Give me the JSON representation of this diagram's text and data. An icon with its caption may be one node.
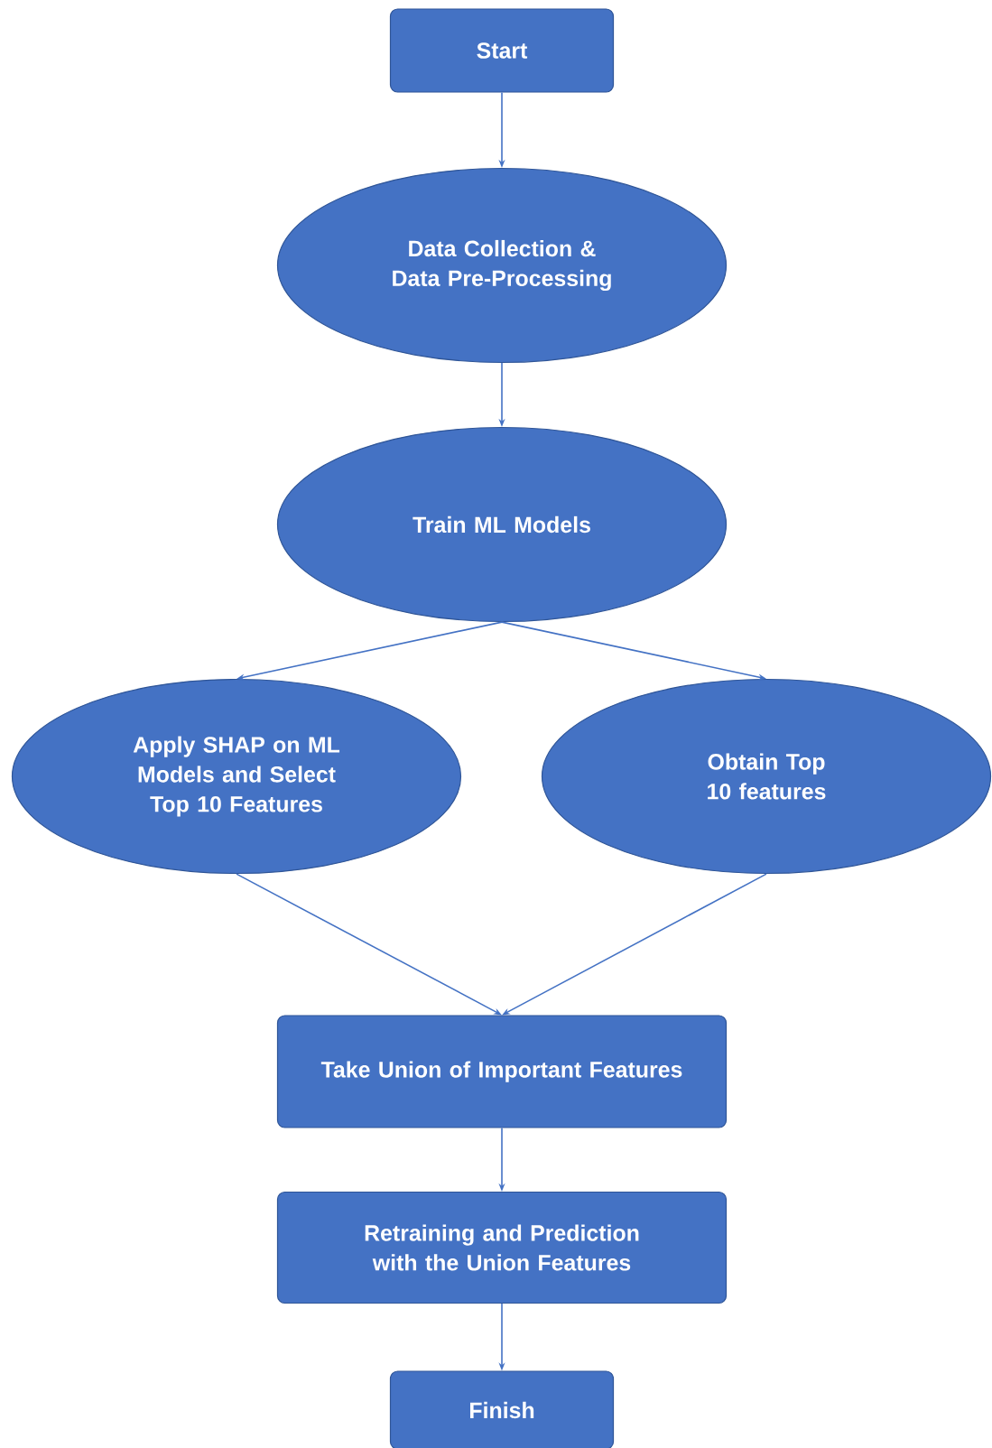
{
  "diagram": {
    "nodes": [
      {
        "text": [
          "Start"
        ]
      },
      {
        "text": [
          "Data Collection & Data Pre-Processing"
        ]
      },
      {
        "text": [
          "Train ML Models"
        ]
      },
      {
        "text": [
          "Apply SHAP on ML Models and Select Top 10 Features"
        ]
      },
      {
        "text": [
          "Obtain Top 10 features"
        ]
      },
      {
        "text": [
          "Take Union of Important Features"
        ]
      },
      {
        "text": [
          "Retraining and Prediction with the Union Features"
        ]
      },
      {
        "text": [
          "Finish"
        ]
      }
    ],
    "edges": [
      {
        "from": 0,
        "to": 1,
        "arrow": "to"
      },
      {
        "from": 1,
        "to": 2,
        "arrow": "to"
      },
      {
        "from": 2,
        "to": 3,
        "arrow": "to"
      },
      {
        "from": 2,
        "to": 4,
        "arrow": "to"
      },
      {
        "from": 3,
        "to": 5,
        "arrow": "to"
      },
      {
        "from": 4,
        "to": 5,
        "arrow": "to"
      },
      {
        "from": 5,
        "to": 6,
        "arrow": "to"
      },
      {
        "from": 6,
        "to": 7,
        "arrow": "to"
      }
    ]
  }
}
